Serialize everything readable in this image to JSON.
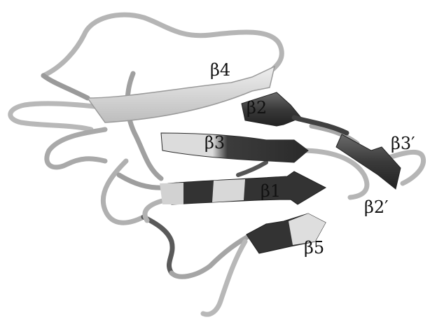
{
  "colors": {
    "background": "#ffffff",
    "coil_light": "#c8c8c8",
    "coil_mid": "#a8a8a8",
    "coil_dark": "#505050",
    "strand_light": "#d9d9d9",
    "strand_dark": "#3a3a3a",
    "label": "#111111"
  },
  "labels": {
    "beta4": "β4",
    "beta2": "β2",
    "beta3": "β3",
    "beta3_prime": "β3′",
    "beta1": "β1",
    "beta2_prime": "β2′",
    "beta5": "β5"
  }
}
